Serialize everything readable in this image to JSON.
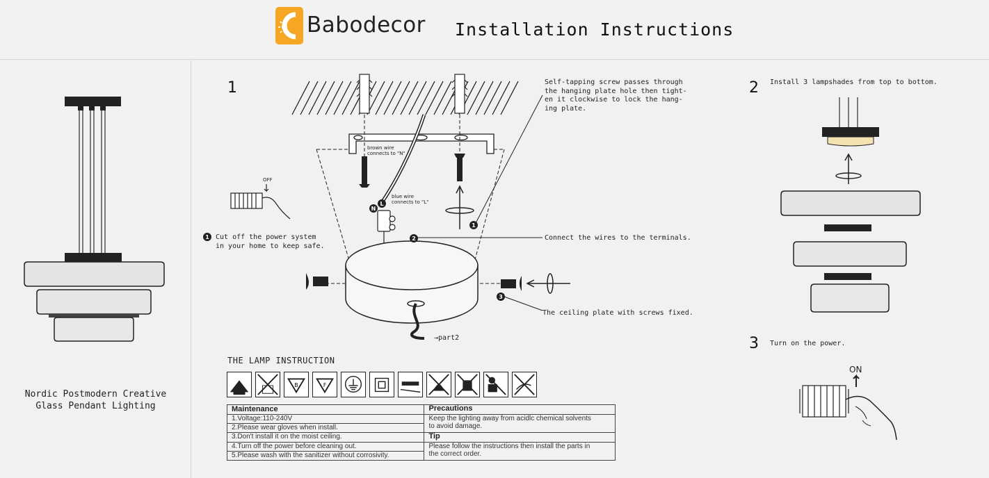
{
  "header": {
    "brand": "Babodecor",
    "title": "Installation Instructions"
  },
  "product": {
    "name": "Nordic Postmodern Creative\nGlass Pendant Lighting"
  },
  "steps": {
    "step1": {
      "number": "1",
      "callout1": "Cut off the power system\nin your home to keep safe.",
      "callout2": "Connect the wires to the terminals.",
      "callout3": "The ceiling plate with screws fixed.",
      "screw_note": "Self-tapping screw passes through\nthe hanging plate hole then tight-\nen it clockwise to lock the hang-\ning plate.",
      "brown_wire": "brown wire\nconnects to \"N\"",
      "blue_wire": "blue wire\nconnects to \"L\"",
      "off_label": "OFF",
      "part2": "→part2",
      "terminal_n": "N",
      "terminal_l": "L"
    },
    "step2": {
      "number": "2",
      "text": "Install 3 lampshades from top to bottom."
    },
    "step3": {
      "number": "3",
      "text": "Turn on the power.",
      "on_label": "ON"
    }
  },
  "callout_numbers": [
    "1",
    "2",
    "3",
    "1"
  ],
  "lamp_instruction": {
    "heading": "THE LAMP INSTRUCTION",
    "icons": [
      "home-icon",
      "no-wet-icon",
      "class-b-triangle-icon",
      "class-f-triangle-icon",
      "ground-icon",
      "double-insulation-icon",
      "no-dimmer-icon",
      "no-cover-icon",
      "no-disposal-icon",
      "no-child-icon",
      "no-touch-icon"
    ],
    "maintenance_header": "Maintenance",
    "maintenance_items": [
      "1.Voltage:110-240V",
      "2.Please wear gloves when install.",
      "3.Don't install it on the moist ceiling.",
      "4.Turn off the power before cleaning out.",
      "5.Please wash with the sanitizer without corrosivity."
    ],
    "precautions_header": "Precautions",
    "precautions_text": "Keep the lighting away from acidlc chemical solvents\nto avoid damage.",
    "tip_header": "Tip",
    "tip_text": "Please follow the instructions then install the parts in\nthe correct order."
  },
  "colors": {
    "brand_orange": "#f5a623",
    "lamp_warm": "#f4e2b2",
    "lamp_shade": "#e4e4e4",
    "ink": "#1a1a1a"
  }
}
